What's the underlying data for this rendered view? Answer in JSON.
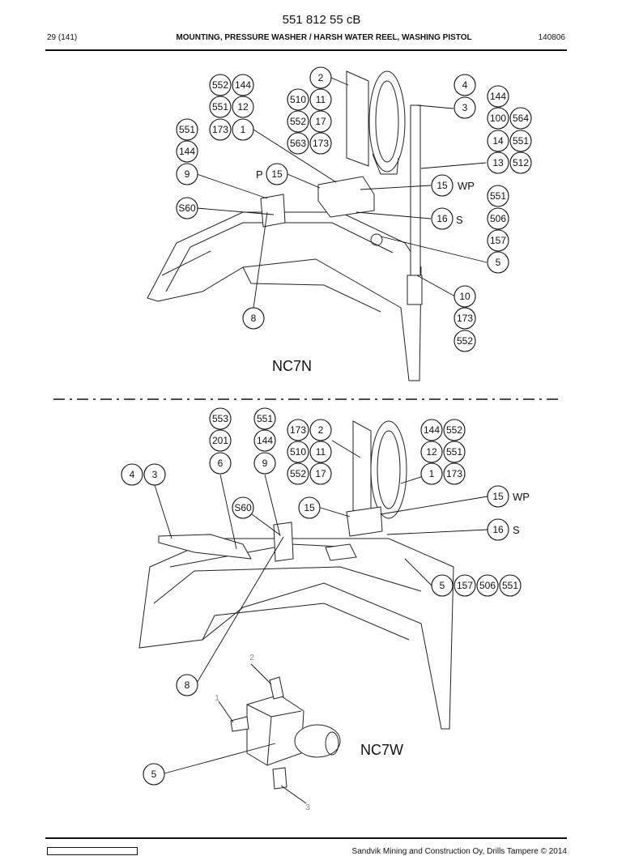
{
  "header": {
    "doc_number": "551 812 55 cB",
    "page_ref": "29 (141)",
    "title": "MOUNTING, PRESSURE WASHER / HARSH WATER REEL, WASHING PISTOL",
    "date_code": "140806"
  },
  "upper_view": {
    "model_label": "NC7N",
    "callouts": [
      "552",
      "144",
      "551",
      "12",
      "551",
      "173",
      "1",
      "144",
      "9",
      "S60",
      "8",
      "2",
      "510",
      "11",
      "552",
      "17",
      "563",
      "173",
      "15",
      "4",
      "3",
      "144",
      "100",
      "564",
      "14",
      "551",
      "13",
      "512",
      "15",
      "551",
      "16",
      "506",
      "157",
      "5",
      "10",
      "173",
      "552"
    ],
    "text_labels": [
      "P",
      "WP",
      "S"
    ]
  },
  "lower_view": {
    "model_label": "NC7W",
    "callouts": [
      "553",
      "551",
      "201",
      "144",
      "6",
      "9",
      "173",
      "2",
      "510",
      "11",
      "552",
      "17",
      "144",
      "552",
      "12",
      "551",
      "1",
      "173",
      "4",
      "3",
      "S60",
      "15",
      "15",
      "16",
      "5",
      "157",
      "506",
      "551",
      "8",
      "5"
    ],
    "text_labels": [
      "WP",
      "S"
    ],
    "detail_port_numbers": [
      "1",
      "2",
      "3"
    ]
  },
  "footer": {
    "copyright": "Sandvik Mining and Construction Oy, Drills Tampere © 2014"
  }
}
